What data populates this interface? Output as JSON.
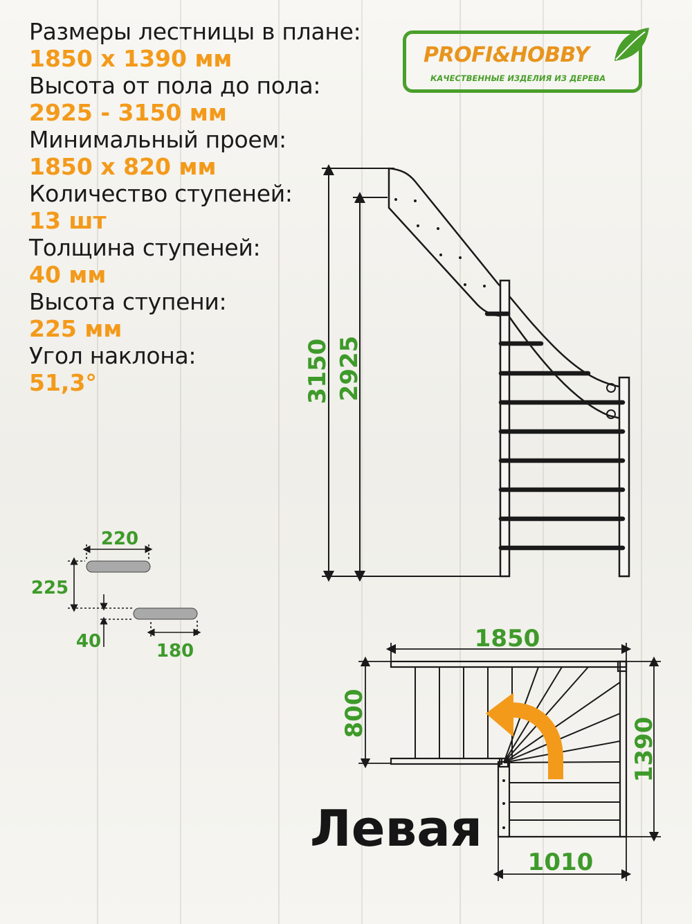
{
  "specs": [
    {
      "label": "Размеры лестницы в плане:",
      "value": "1850 x 1390 мм"
    },
    {
      "label": "Высота от пола до пола:",
      "value": "2925 - 3150 мм"
    },
    {
      "label": "Минимальный проем:",
      "value": "1850 x 820 мм"
    },
    {
      "label": "Количество ступеней:",
      "value": "13 шт"
    },
    {
      "label": "Толщина ступеней:",
      "value": "40 мм"
    },
    {
      "label": "Высота ступени:",
      "value": "225 мм"
    },
    {
      "label": "Угол наклона:",
      "value": "51,3°"
    }
  ],
  "logo": {
    "brand": "PROFI&HOBBY",
    "tagline": "КАЧЕСТВЕННЫЕ ИЗДЕЛИЯ ИЗ ДЕРЕВА"
  },
  "elevation": {
    "dim_total": "3150",
    "dim_floor": "2925"
  },
  "step_detail": {
    "tread_depth": "220",
    "riser_height": "225",
    "tread_thickness": "40",
    "tread_offset": "180"
  },
  "plan": {
    "width": "1850",
    "depth": "1390",
    "opening": "800",
    "lower_width": "1010"
  },
  "variant": "Левая",
  "colors": {
    "accent_orange": "#f39a1b",
    "dimension_green": "#3e9a2a",
    "line": "#1a1a1a",
    "tread_gray": "#a9a9a9"
  }
}
